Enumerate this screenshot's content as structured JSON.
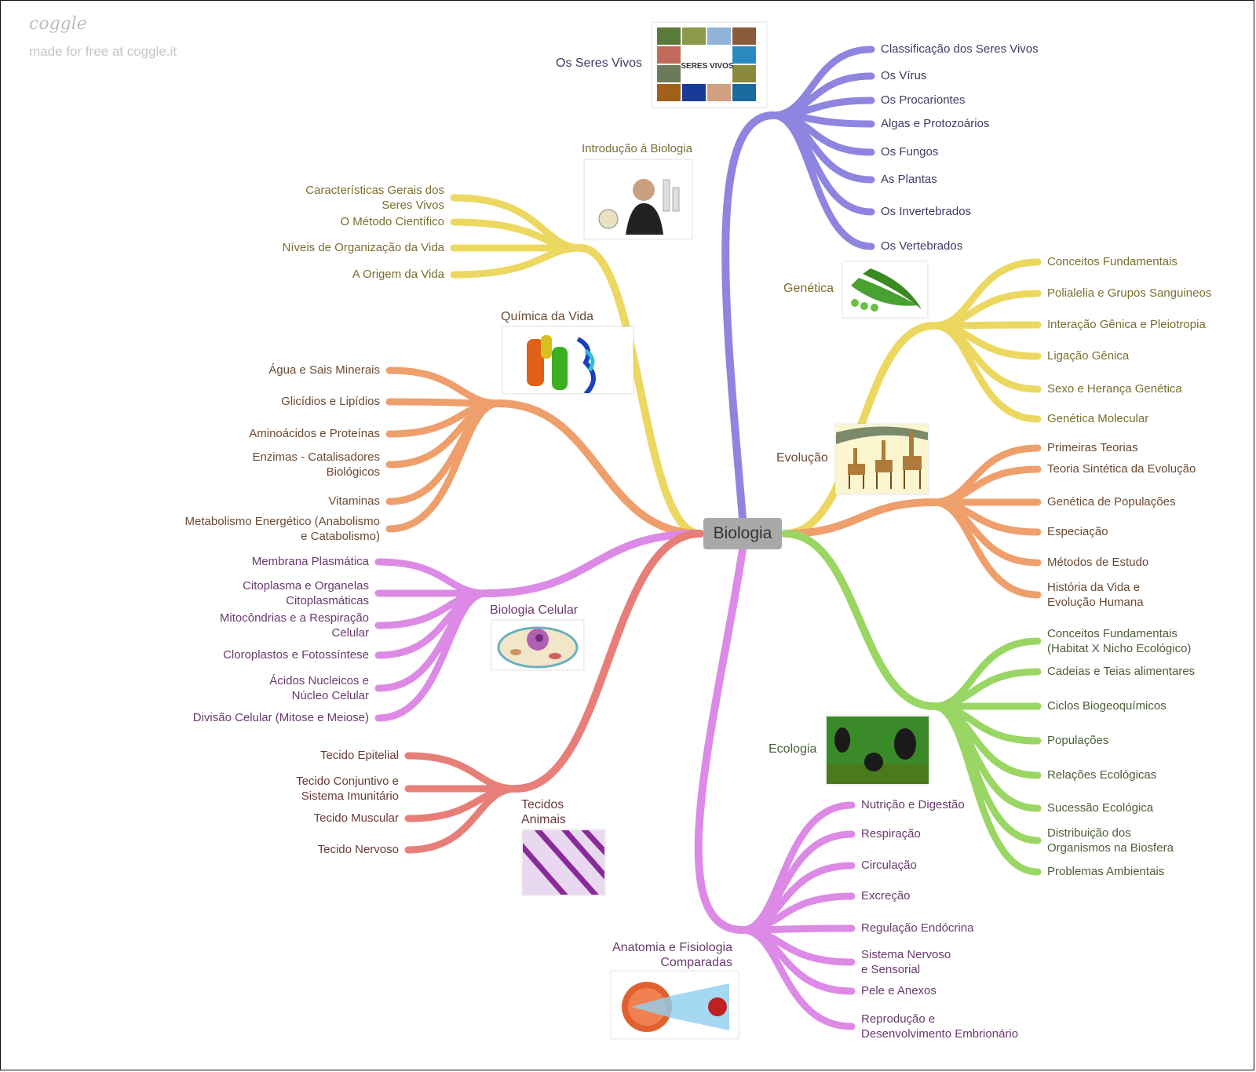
{
  "branding": {
    "logo": "coggle",
    "tagline": "made for free at coggle.it"
  },
  "root": {
    "label": "Biologia"
  },
  "colors": {
    "seres_vivos": "#8f84e0",
    "introducao": "#ecd860",
    "quimica": "#ee9f6c",
    "celular": "#dc8ae6",
    "tecidos": "#e77f78",
    "anatomia": "#dc8ae6",
    "genetica": "#ecd860",
    "evolucao": "#ee9f6c",
    "ecologia": "#9ad663",
    "root_bg": "#a9a9a9"
  },
  "branches": {
    "seres_vivos": {
      "label": "Os Seres Vivos",
      "image": "seres-vivos-collage",
      "image_caption": "SERES VIVOS",
      "children": [
        "Classificação dos Seres Vivos",
        "Os Vírus",
        "Os Procariontes",
        "Algas e Protozoários",
        "Os Fungos",
        "As Plantas",
        "Os Invertebrados",
        "Os Vertebrados"
      ]
    },
    "introducao": {
      "label": "Introdução à Biologia",
      "image": "scientist-illustration",
      "children": [
        "Características Gerais dos\nSeres Vivos",
        "O Método Científico",
        "Níveis de Organização da Vida",
        "A Origem da Vida"
      ]
    },
    "quimica": {
      "label": "Química da Vida",
      "image": "protein-structure",
      "children": [
        "Água e Sais Minerais",
        "Glicídios e Lipídios",
        "Aminoácidos e Proteínas",
        "Enzimas - Catalisadores\nBiológicos",
        "Vitaminas",
        "Metabolismo Energético (Anabolismo\ne Catabolismo)"
      ]
    },
    "celular": {
      "label": "Biologia Celular",
      "image": "cell-illustration",
      "children": [
        "Membrana Plasmática",
        "Citoplasma e Organelas\nCitoplasmáticas",
        "Mitocôndrias e a Respiração\nCelular",
        "Cloroplastos e Fotossíntese",
        "Ácidos Nucleicos e\nNúcleo Celular",
        "Divisão Celular (Mitose e Meiose)"
      ]
    },
    "tecidos": {
      "label": "Tecidos\nAnimais",
      "image": "muscle-tissue",
      "children": [
        "Tecido Epitelial",
        "Tecido Conjuntivo e\nSistema Imunitário",
        "Tecido Muscular",
        "Tecido Nervoso"
      ]
    },
    "anatomia": {
      "label": "Anatomia e Fisiologia\nComparadas",
      "image": "eye-diagram",
      "children": [
        "Nutrição e Digestão",
        "Respiração",
        "Circulação",
        "Excreção",
        "Regulação Endócrina",
        "Sistema Nervoso\ne Sensorial",
        "Pele e Anexos",
        "Reprodução e\nDesenvolvimento Embrionário"
      ]
    },
    "genetica": {
      "label": "Genética",
      "image": "pea-pods",
      "children": [
        "Conceitos Fundamentais",
        "Polialelia e Grupos Sanguineos",
        "Interação Gênica e Pleiotropia",
        "Ligação Gênica",
        "Sexo e Herança Genética",
        "Genética Molecular"
      ]
    },
    "evolucao": {
      "label": "Evolução",
      "image": "giraffes",
      "children": [
        "Primeiras Teorias",
        "Teoria Sintética da Evolução",
        "Genética de Populações",
        "Especiação",
        "Métodos de Estudo",
        "História da Vida e\nEvolução Humana"
      ]
    },
    "ecologia": {
      "label": "Ecologia",
      "image": "bonobos",
      "children": [
        "Conceitos Fundamentais\n(Habitat X Nicho Ecológico)",
        "Cadeias e Teias alimentares",
        "Ciclos Biogeoquímicos",
        "Populações",
        "Relações Ecológicas",
        "Sucessão Ecológica",
        "Distribuição dos\nOrganismos na Biosfera",
        "Problemas Ambientais"
      ]
    }
  }
}
